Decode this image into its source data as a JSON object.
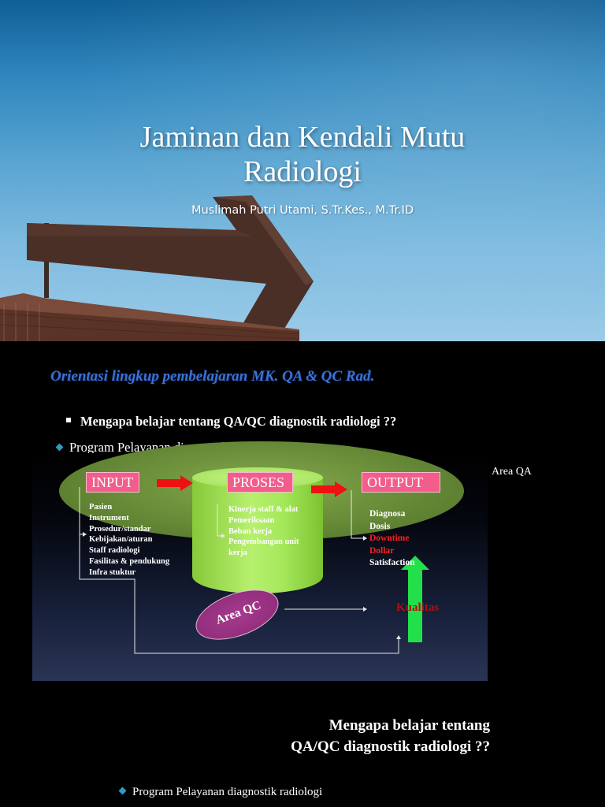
{
  "slide1": {
    "title_line1": "Jaminan dan Kendali Mutu",
    "title_line2": "Radiologi",
    "author": "Muslimah Putri Utami, S.Tr.Kes., M.Tr.ID"
  },
  "slide2": {
    "heading": "Orientasi lingkup pembelajaran MK. QA & QC Rad.",
    "question_bullet": "Mengapa belajar tentang QA/QC diagnostik radiologi ??",
    "program_bullet": "Program Pelayanan diagnostik radiologi",
    "area_qa": "Area QA",
    "diagram": {
      "input_label": "INPUT",
      "proses_label": "PROSES",
      "output_label": "OUTPUT",
      "input_items": [
        "Pasien",
        "Instrument",
        "Prosedur/standar",
        "Kebijakan/aturan",
        "Staff radiologi",
        "Fasilitas & pendukung",
        "Infra stuktur"
      ],
      "proses_items": [
        "Kinerja staff & alat",
        "Pemeriksaan",
        "Beban kerja",
        "Pengembangan unit",
        "kerja"
      ],
      "output_items": [
        "Diagnosa",
        "Dosis",
        "Downtime",
        "Dollar",
        "Satisfaction"
      ],
      "area_qc": "Area QC",
      "kualitas": "Kualitas"
    },
    "question_line1": "Mengapa belajar tentang",
    "question_line2": "QA/QC diagnostik radiologi ??",
    "program_bullet_2": "Program Pelayanan diagnostik radiologi"
  },
  "colors": {
    "heading_blue": "#3a72d6",
    "box_pink": "#f25d8b",
    "qa_ellipse_green": "#6b8f3a",
    "cylinder_green": "#a4e85a",
    "qc_purple": "#8a2a76",
    "arrow_green": "#22e04a",
    "alert_red": "#ff2020"
  }
}
